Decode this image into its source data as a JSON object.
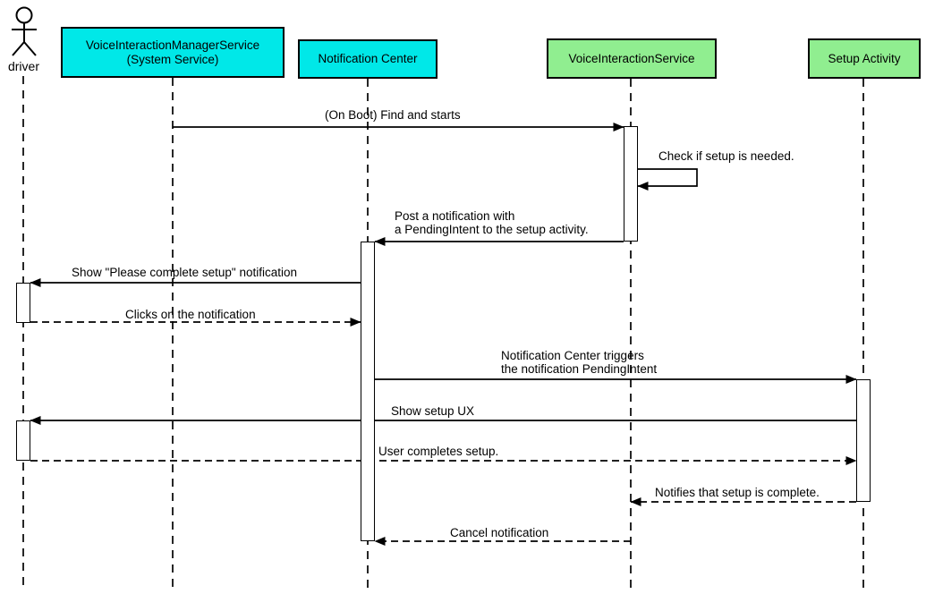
{
  "diagram": {
    "kind": "uml-sequence-diagram",
    "colors": {
      "system_participant_fill": "#00E8E8",
      "app_participant_fill": "#90EE90",
      "line_color": "#000000",
      "background": "#FFFFFF"
    },
    "actor": {
      "label": "driver"
    },
    "participants": [
      {
        "label": "VoiceInteractionManagerService\n(System Service)",
        "fill": "#00E8E8"
      },
      {
        "label": "Notification Center",
        "fill": "#00E8E8"
      },
      {
        "label": "VoiceInteractionService",
        "fill": "#90EE90"
      },
      {
        "label": "Setup Activity",
        "fill": "#90EE90"
      }
    ],
    "messages": [
      {
        "label": "(On Boot) Find and starts",
        "from": "VoiceInteractionManagerService (System Service)",
        "to": "VoiceInteractionService",
        "line": "solid"
      },
      {
        "label": "Check if setup is needed.",
        "from": "VoiceInteractionService",
        "to": "VoiceInteractionService",
        "line": "self"
      },
      {
        "label": "Post a notification with\na PendingIntent to the setup activity.",
        "from": "VoiceInteractionService",
        "to": "Notification Center",
        "line": "solid"
      },
      {
        "label": "Show \"Please complete setup\" notification",
        "from": "Notification Center",
        "to": "driver",
        "line": "solid"
      },
      {
        "label": "Clicks on the notification",
        "from": "driver",
        "to": "Notification Center",
        "line": "dashed"
      },
      {
        "label": "Notification Center triggers\nthe notification PendingIntent",
        "from": "Notification Center",
        "to": "Setup Activity",
        "line": "solid"
      },
      {
        "label": "Show setup UX",
        "from": "Setup Activity",
        "to": "driver",
        "line": "solid"
      },
      {
        "label": "User completes setup.",
        "from": "driver",
        "to": "Setup Activity",
        "line": "dashed"
      },
      {
        "label": "Notifies that setup is complete.",
        "from": "Setup Activity",
        "to": "VoiceInteractionService",
        "line": "dashed"
      },
      {
        "label": "Cancel notification",
        "from": "VoiceInteractionService",
        "to": "Notification Center",
        "line": "dashed"
      }
    ]
  }
}
